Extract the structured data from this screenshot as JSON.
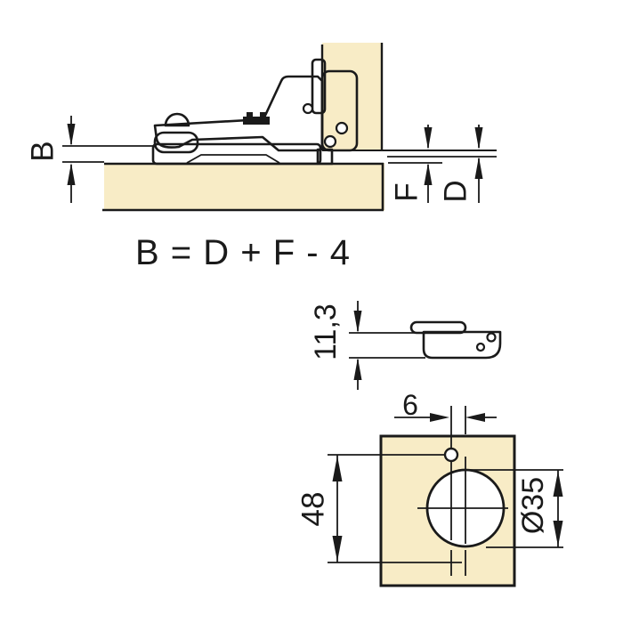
{
  "colors": {
    "background": "#ffffff",
    "panel_fill": "#f8ecc6",
    "metal_fill": "#d3d3d3",
    "metal_light_fill": "#dedede",
    "line": "#1a1a1a"
  },
  "top_view": {
    "dim_b_label": "B",
    "dim_f_label": "F",
    "dim_d_label": "D"
  },
  "formula": "B = D + F - 4",
  "cup_side_view": {
    "height_dim_label": "11,3"
  },
  "drilling_view": {
    "offset_dim_label": "6",
    "distance_dim_label": "48",
    "diameter_dim_label": "Ø35"
  }
}
